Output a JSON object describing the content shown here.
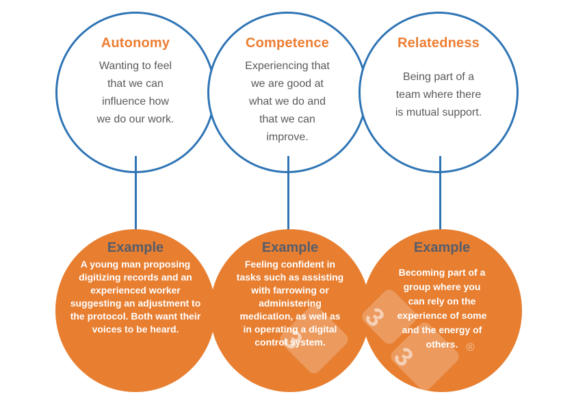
{
  "colors": {
    "circle_outline_blue": "#2E74B5",
    "orange_fill": "#E77E30",
    "heading_orange": "#ED7D31",
    "body_gray": "#595959",
    "example_heading_slate": "#555D6B"
  },
  "top_circles": [
    {
      "title": "Autonomy",
      "body": "Wanting to feel\nthat we can\ninfluence how\nwe do our work."
    },
    {
      "title": "Competence",
      "body": "Experiencing that\nwe are good at\nwhat we do and\nthat we can\nimprove."
    },
    {
      "title": "Relatedness",
      "body": "Being part of a\nteam where there\nis mutual support."
    }
  ],
  "example_circles": [
    {
      "title": "Example",
      "body": "A young man proposing\ndigitizing records and an\nexperienced worker\nsuggesting an adjustment to\nthe protocol. Both want their\nvoices to be heard."
    },
    {
      "title": "Example",
      "body": "Feeling confident in\ntasks such as assisting\nwith farrowing or\nadministering\nmedication, as well as\nin operating a digital\ncontrol system."
    },
    {
      "title": "Example",
      "body": "Becoming part of a\ngroup where you\ncan rely on the\nexperience of some\nand the energy of\nothers."
    }
  ],
  "watermark": {
    "digit": "3",
    "registered_mark": "®"
  }
}
